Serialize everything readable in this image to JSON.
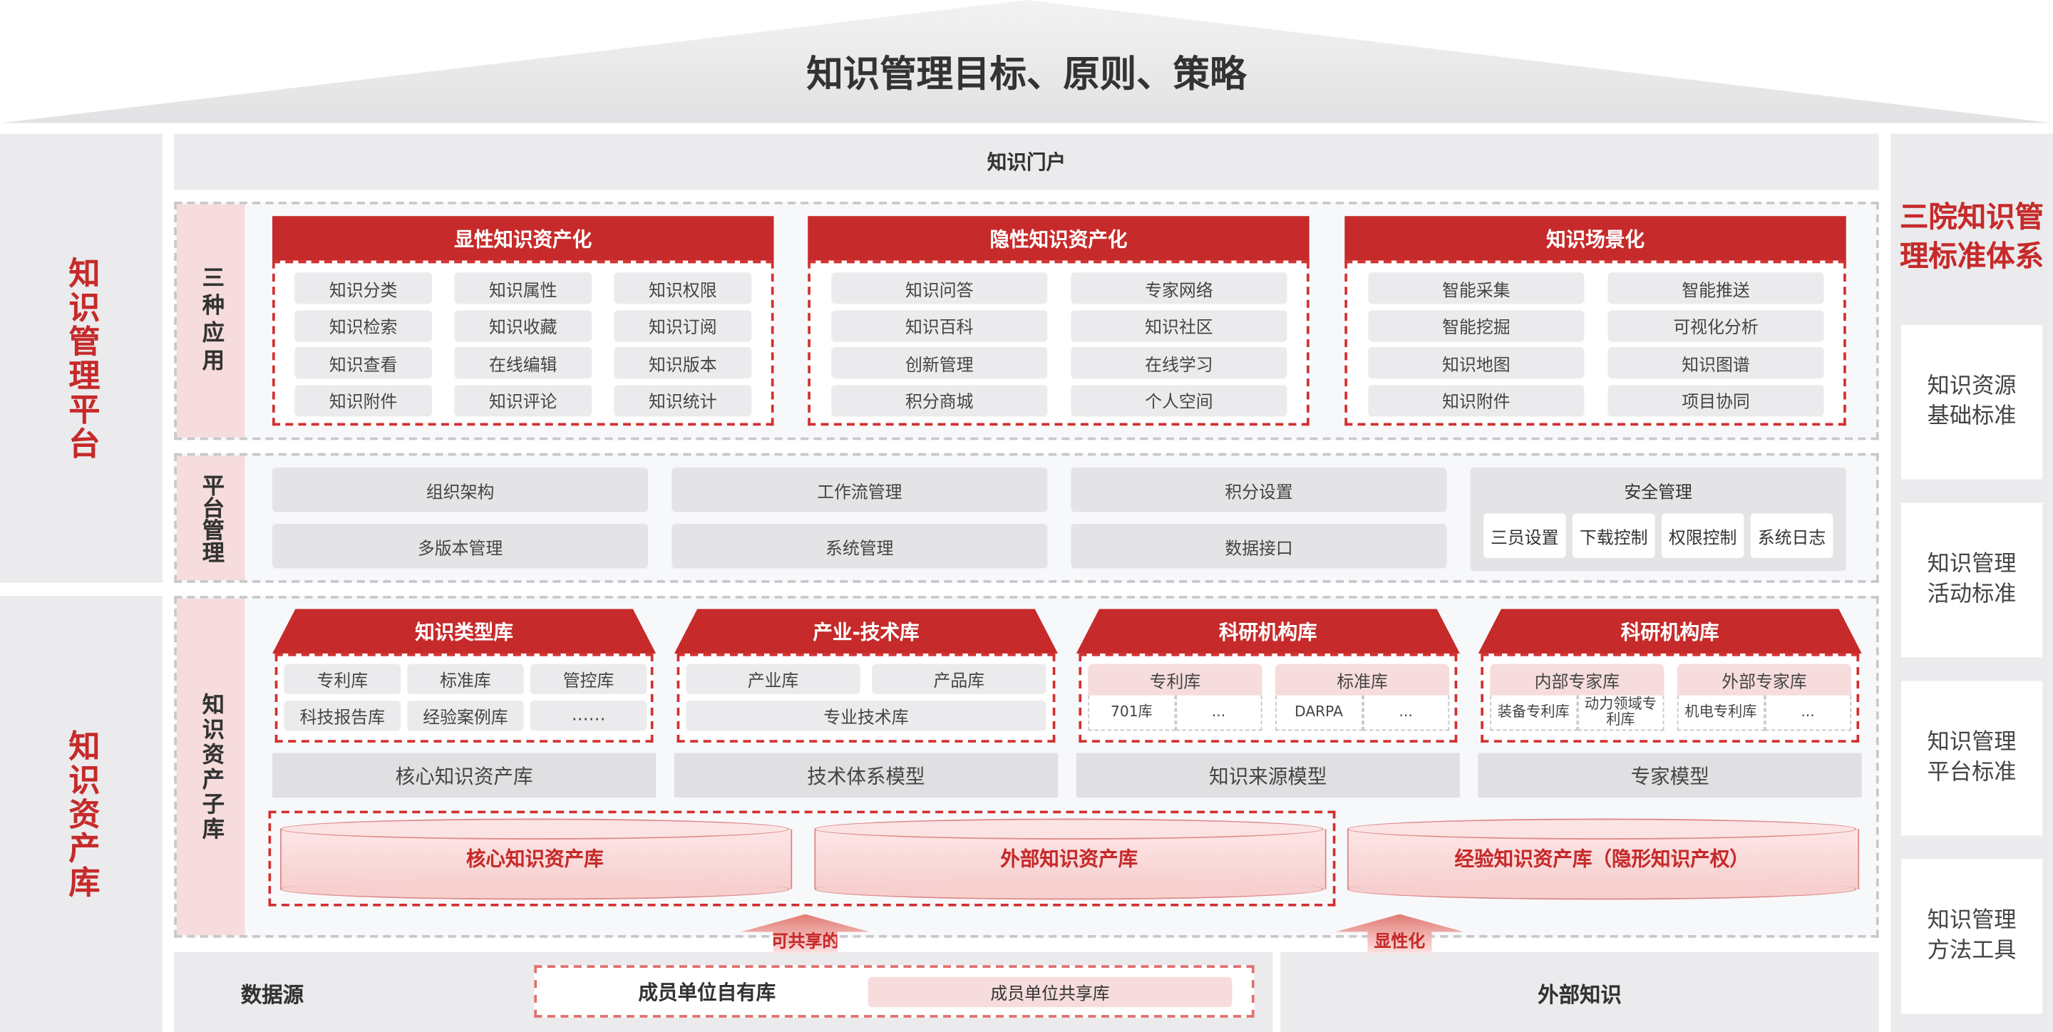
{
  "title": "知识管理目标、原则、策略",
  "left": {
    "platform": "知识管理平台",
    "assets": "知识资产库"
  },
  "right": {
    "title": "三院知识管理标准体系",
    "items": [
      "知识资源基础标准",
      "知识管理活动标准",
      "知识管理平台标准",
      "知识管理方法工具"
    ]
  },
  "portal": "知识门户",
  "apps": {
    "label": "三种应用",
    "groups": [
      {
        "title": "显性知识资产化",
        "items": [
          "知识分类",
          "知识属性",
          "知识权限",
          "知识检索",
          "知识收藏",
          "知识订阅",
          "知识查看",
          "在线编辑",
          "知识版本",
          "知识附件",
          "知识评论",
          "知识统计"
        ]
      },
      {
        "title": "隐性知识资产化",
        "items": [
          "知识问答",
          "专家网络",
          "知识百科",
          "知识社区",
          "创新管理",
          "在线学习",
          "积分商城",
          "个人空间"
        ]
      },
      {
        "title": "知识场景化",
        "items": [
          "智能采集",
          "智能推送",
          "智能挖掘",
          "可视化分析",
          "知识地图",
          "知识图谱",
          "知识附件",
          "项目协同"
        ]
      }
    ]
  },
  "platform": {
    "label": "平台管理",
    "items": [
      "组织架构",
      "工作流管理",
      "积分设置",
      "多版本管理",
      "系统管理",
      "数据接口"
    ],
    "security": {
      "title": "安全管理",
      "items": [
        "三员设置",
        "下载控制",
        "权限控制",
        "系统日志"
      ]
    }
  },
  "subdb": {
    "label": "知识资产子库",
    "houses": [
      {
        "title": "知识类型库",
        "items": [
          "专利库",
          "标准库",
          "管控库",
          "科技报告库",
          "经验案例库",
          "……"
        ]
      },
      {
        "title": "产业-技术库",
        "items": [
          "产业库",
          "产品库",
          "专业技术库"
        ]
      },
      {
        "title": "科研机构库",
        "cols": [
          {
            "head": "专利库",
            "subs": [
              "701库",
              "..."
            ]
          },
          {
            "head": "标准库",
            "subs": [
              "DARPA",
              "..."
            ]
          }
        ]
      },
      {
        "title": "科研机构库",
        "cols": [
          {
            "head": "内部专家库",
            "subs": [
              "装备专利库",
              "动力领域专利库"
            ]
          },
          {
            "head": "外部专家库",
            "subs": [
              "机电专利库",
              "..."
            ]
          }
        ]
      }
    ],
    "models": [
      "核心知识资产库",
      "技术体系模型",
      "知识来源模型",
      "专家模型"
    ],
    "cylinders": [
      "核心知识资产库",
      "外部知识资产库",
      "经验知识资产库（隐形知识产权）"
    ],
    "arrows": [
      "可共享的",
      "显性化"
    ]
  },
  "bottom": {
    "source": "数据源",
    "own": "成员单位自有库",
    "shared": "成员单位共享库",
    "external": "外部知识"
  }
}
